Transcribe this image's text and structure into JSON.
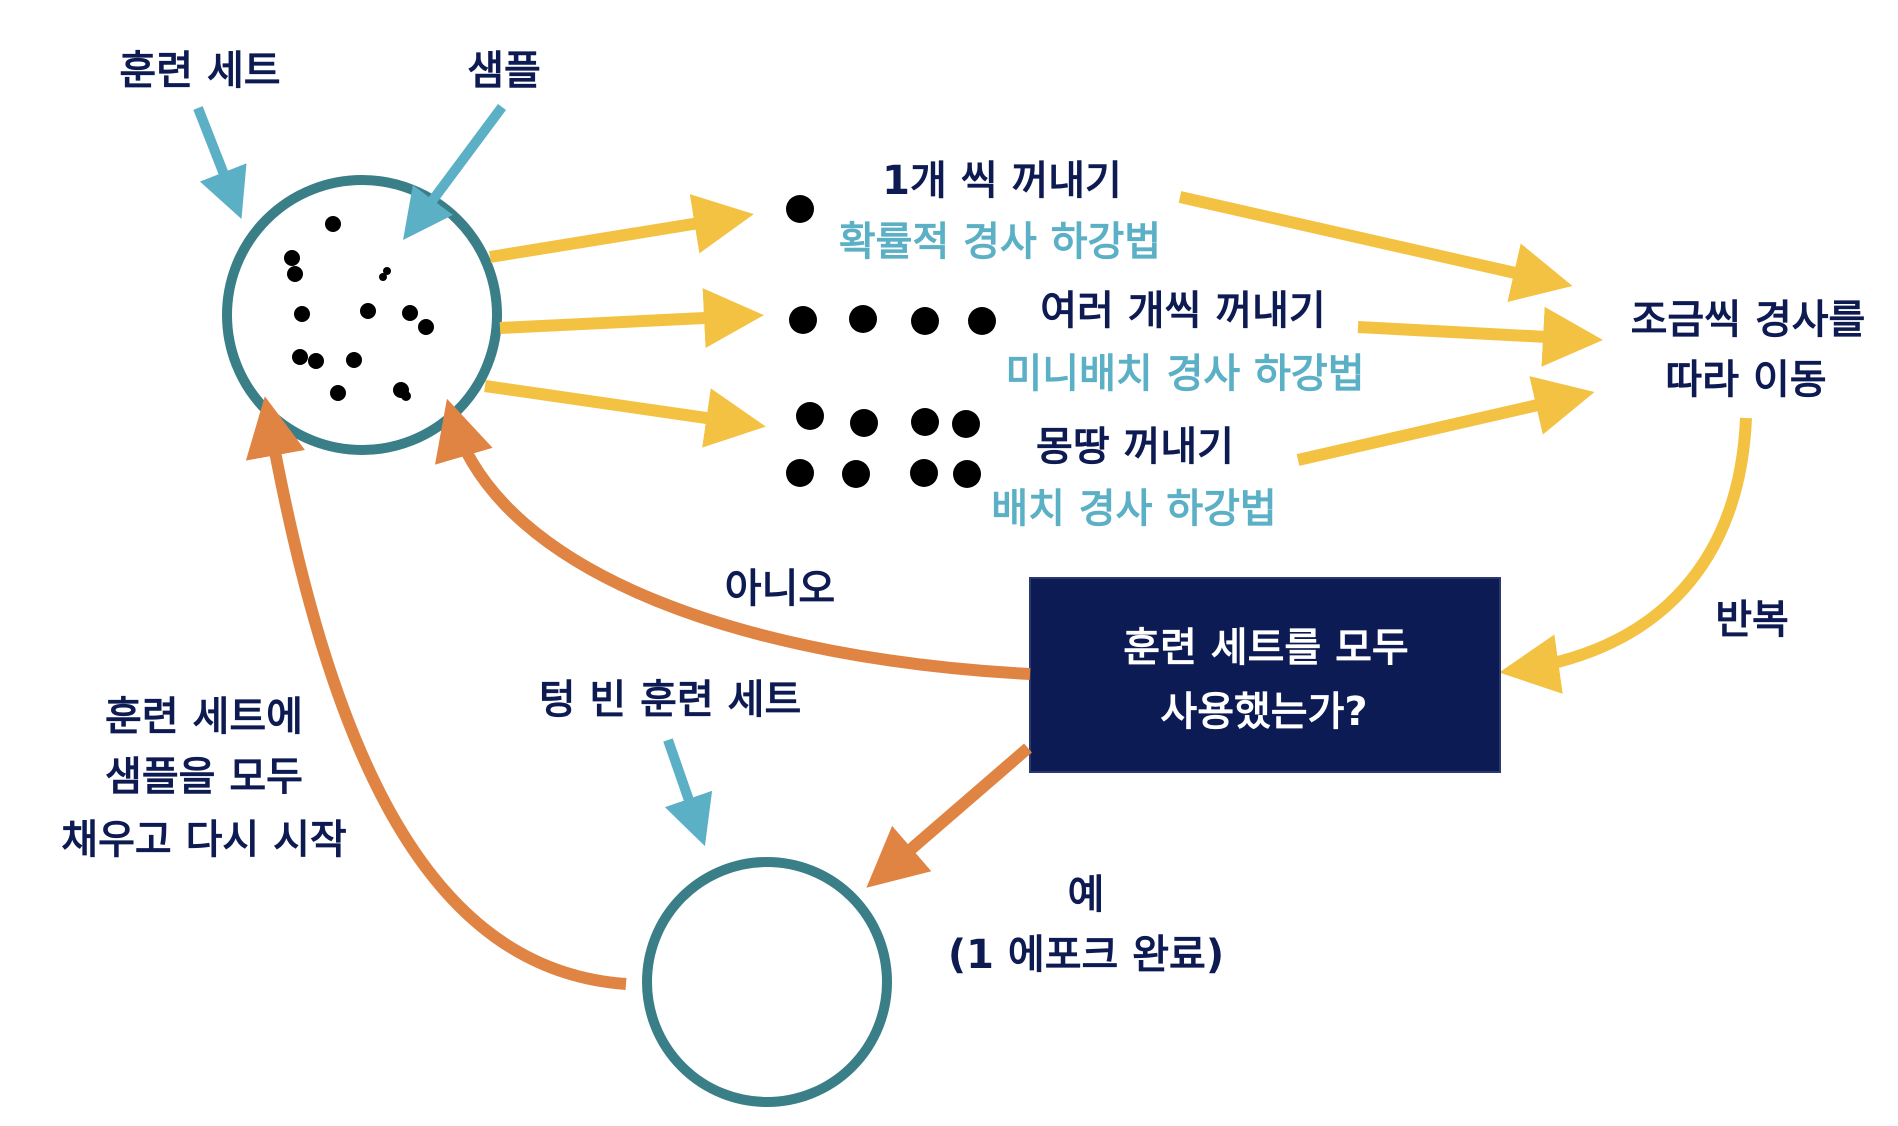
{
  "labels": {
    "training_set": "훈련 세트",
    "sample": "샘플",
    "one_at_a_time": "1개 씩 꺼내기",
    "sgd": "확률적 경사 하강법",
    "several_at_a_time": "여러 개씩 꺼내기",
    "minibatch_gd": "미니배치 경사 하강법",
    "all_at_once": "몽땅 꺼내기",
    "batch_gd": "배치 경사 하강법",
    "move_line1": "조금씩 경사를",
    "move_line2": "따라 이동",
    "repeat": "반복",
    "no": "아니오",
    "decision_line1": "훈련 세트를 모두",
    "decision_line2": "사용했는가?",
    "empty_set": "텅 빈 훈련 세트",
    "refill_line1": "훈련 세트에",
    "refill_line2": "샘플을 모두",
    "refill_line3": "채우고 다시 시작",
    "yes_line1": "예",
    "yes_line2": "(1 에포크 완료)"
  },
  "colors": {
    "navy": "#0d1b52",
    "teal_text": "#5bb0c6",
    "circle_stroke": "#3a7f88",
    "yellow_arrow": "#f4c242",
    "orange_arrow": "#e08443",
    "decision_fill": "#0c1b54"
  }
}
